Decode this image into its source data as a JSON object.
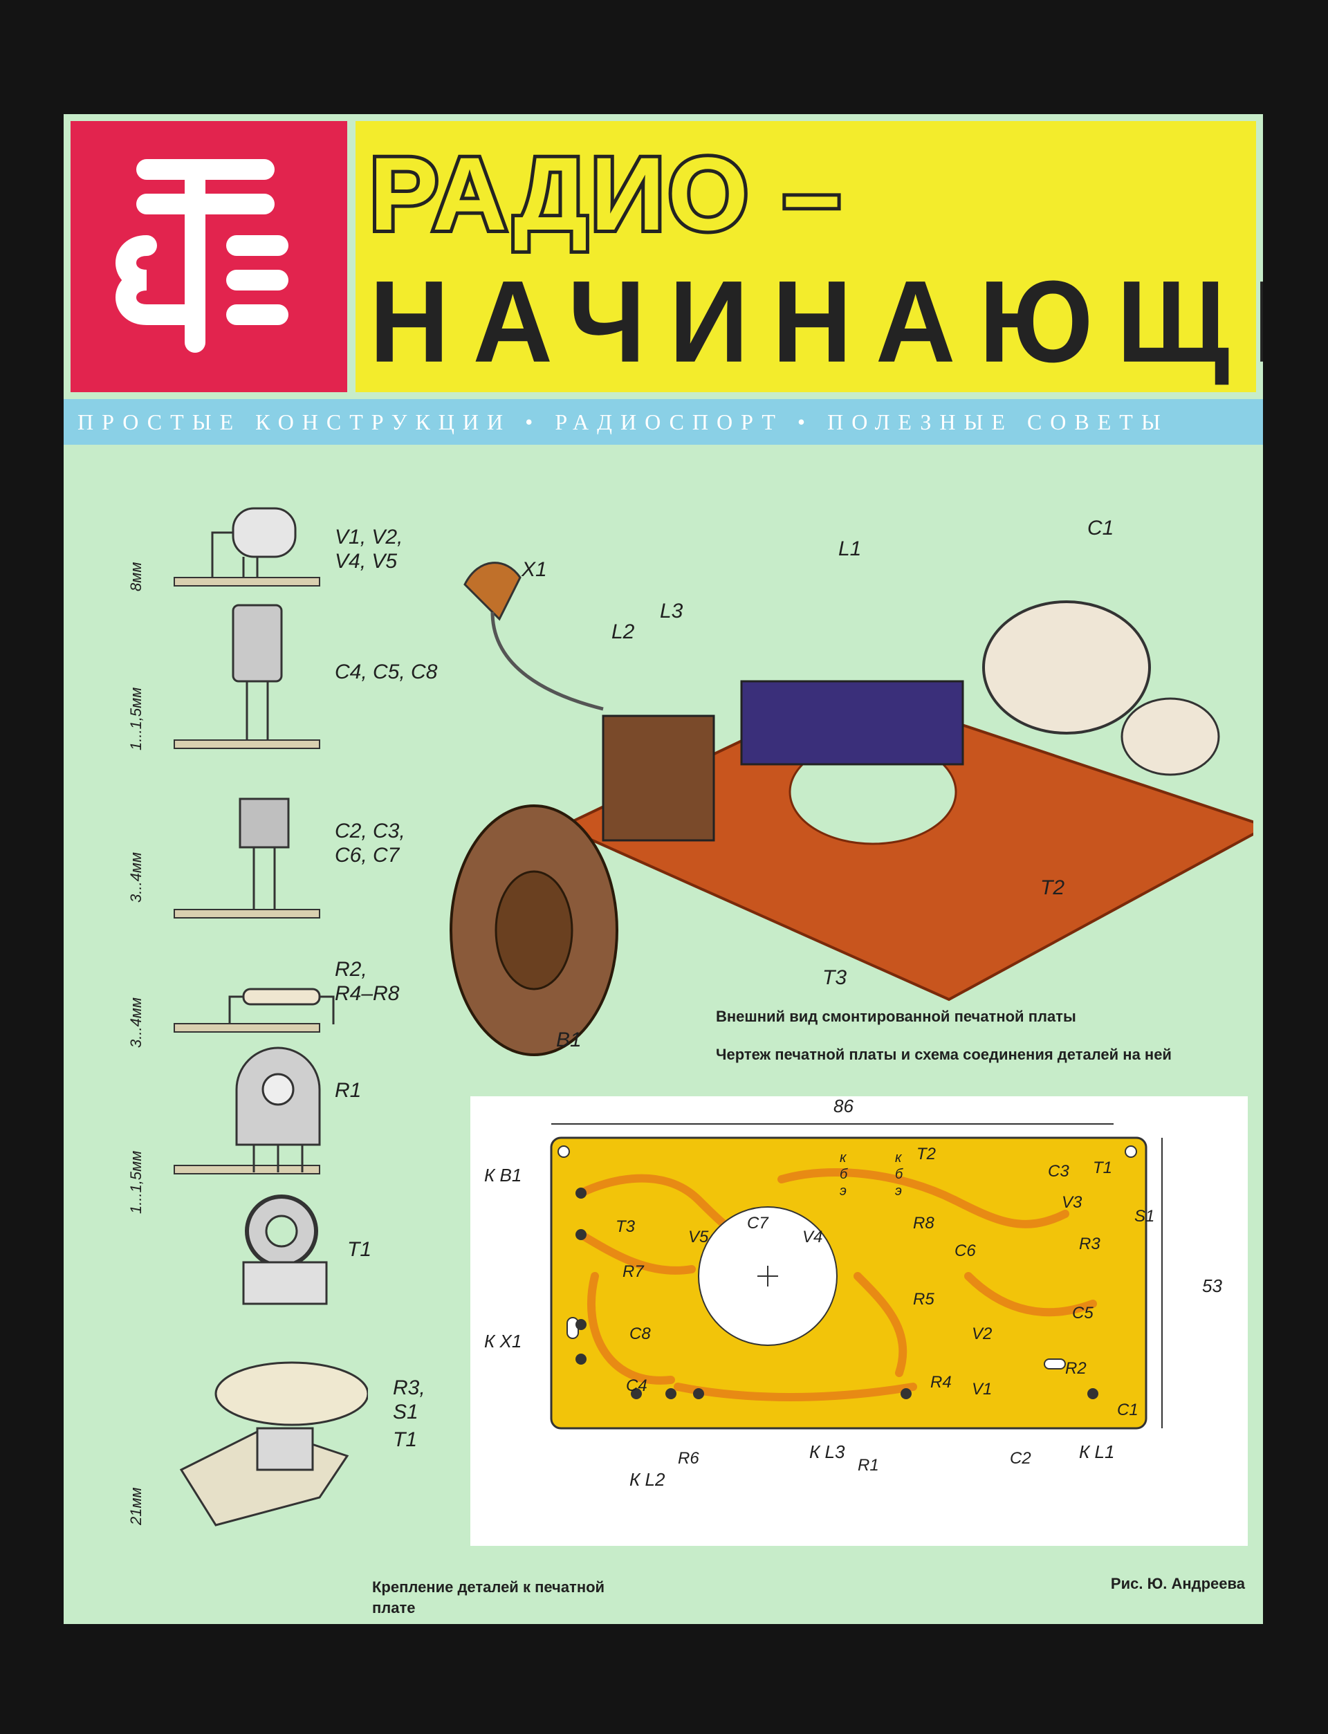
{
  "header": {
    "title_line1": "РАДИО –",
    "title_line2": "НАЧИНАЮЩИМ",
    "subtitle": "ПРОСТЫЕ КОНСТРУКЦИИ • РАДИОСПОРТ • ПОЛЕЗНЫЕ СОВЕТЫ"
  },
  "mounting": {
    "labels": [
      "V1, V2,",
      "V4, V5",
      "C4, C5, C8",
      "C2, C3,",
      "C6, C7",
      "R2,",
      "R4–R8",
      "R1",
      "T1",
      "R3,",
      "S1",
      "T1"
    ],
    "dims": [
      "8мм",
      "1...1,5мм",
      "3...4мм",
      "3...4мм",
      "1...1,5мм",
      "21мм"
    ],
    "caption": "Крепление деталей к печатной плате"
  },
  "photo": {
    "labels": [
      "X1",
      "L2",
      "L3",
      "L1",
      "C1",
      "T2",
      "T3",
      "B1"
    ],
    "caption": "Внешний вид смонтированной печатной платы"
  },
  "pcb": {
    "caption": "Чертеж печатной платы и схема соединения деталей на ней",
    "width_dim": "86",
    "height_dim": "53",
    "labels": [
      "T2",
      "C3",
      "V3",
      "T1",
      "S1",
      "C7",
      "V5",
      "V4",
      "T3",
      "R7",
      "R8",
      "C6",
      "R3",
      "R5",
      "C5",
      "C8",
      "V2",
      "C4",
      "R4",
      "R2",
      "V1",
      "C1",
      "R6",
      "R1",
      "C2"
    ],
    "connectors": [
      "К В1",
      "К X1",
      "К L2",
      "К L3",
      "К L1"
    ],
    "pin_labels": [
      "к",
      "б",
      "э",
      "к",
      "б",
      "э"
    ]
  },
  "credit": "Рис. Ю. Андреева",
  "colors": {
    "background": "#c7ecc9",
    "logo": "#e2244e",
    "title_bg": "#f3ec2c",
    "band": "#8ad0e6",
    "pcb": "#f2c40a",
    "trace": "#e88a14"
  }
}
